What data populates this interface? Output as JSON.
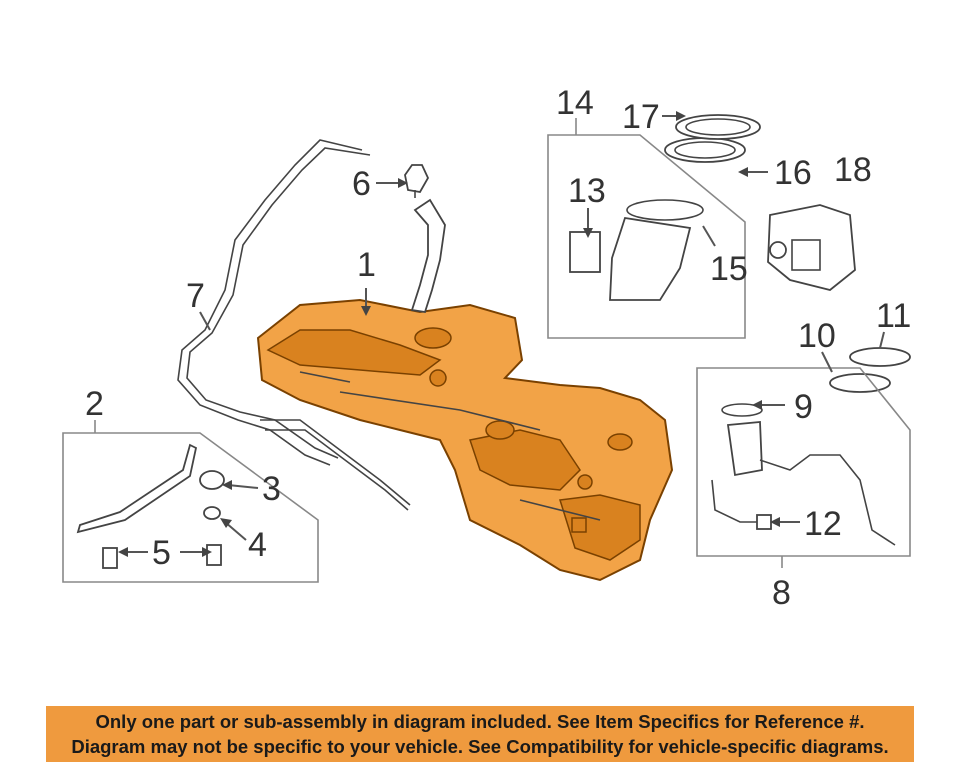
{
  "callouts": {
    "c1": "1",
    "c2": "2",
    "c3": "3",
    "c4": "4",
    "c5": "5",
    "c6": "6",
    "c7": "7",
    "c8": "8",
    "c9": "9",
    "c10": "10",
    "c11": "11",
    "c12": "12",
    "c13": "13",
    "c14": "14",
    "c15": "15",
    "c16": "16",
    "c17": "17",
    "c18": "18"
  },
  "footer": {
    "line1": "Only one part or sub-assembly in diagram included. See Item Specifics for Reference #.",
    "line2": "Diagram may not be specific to your vehicle. See Compatibility for vehicle-specific diagrams."
  },
  "colors": {
    "highlight": "#f2a347",
    "footer_bg": "#ef9a3e"
  }
}
